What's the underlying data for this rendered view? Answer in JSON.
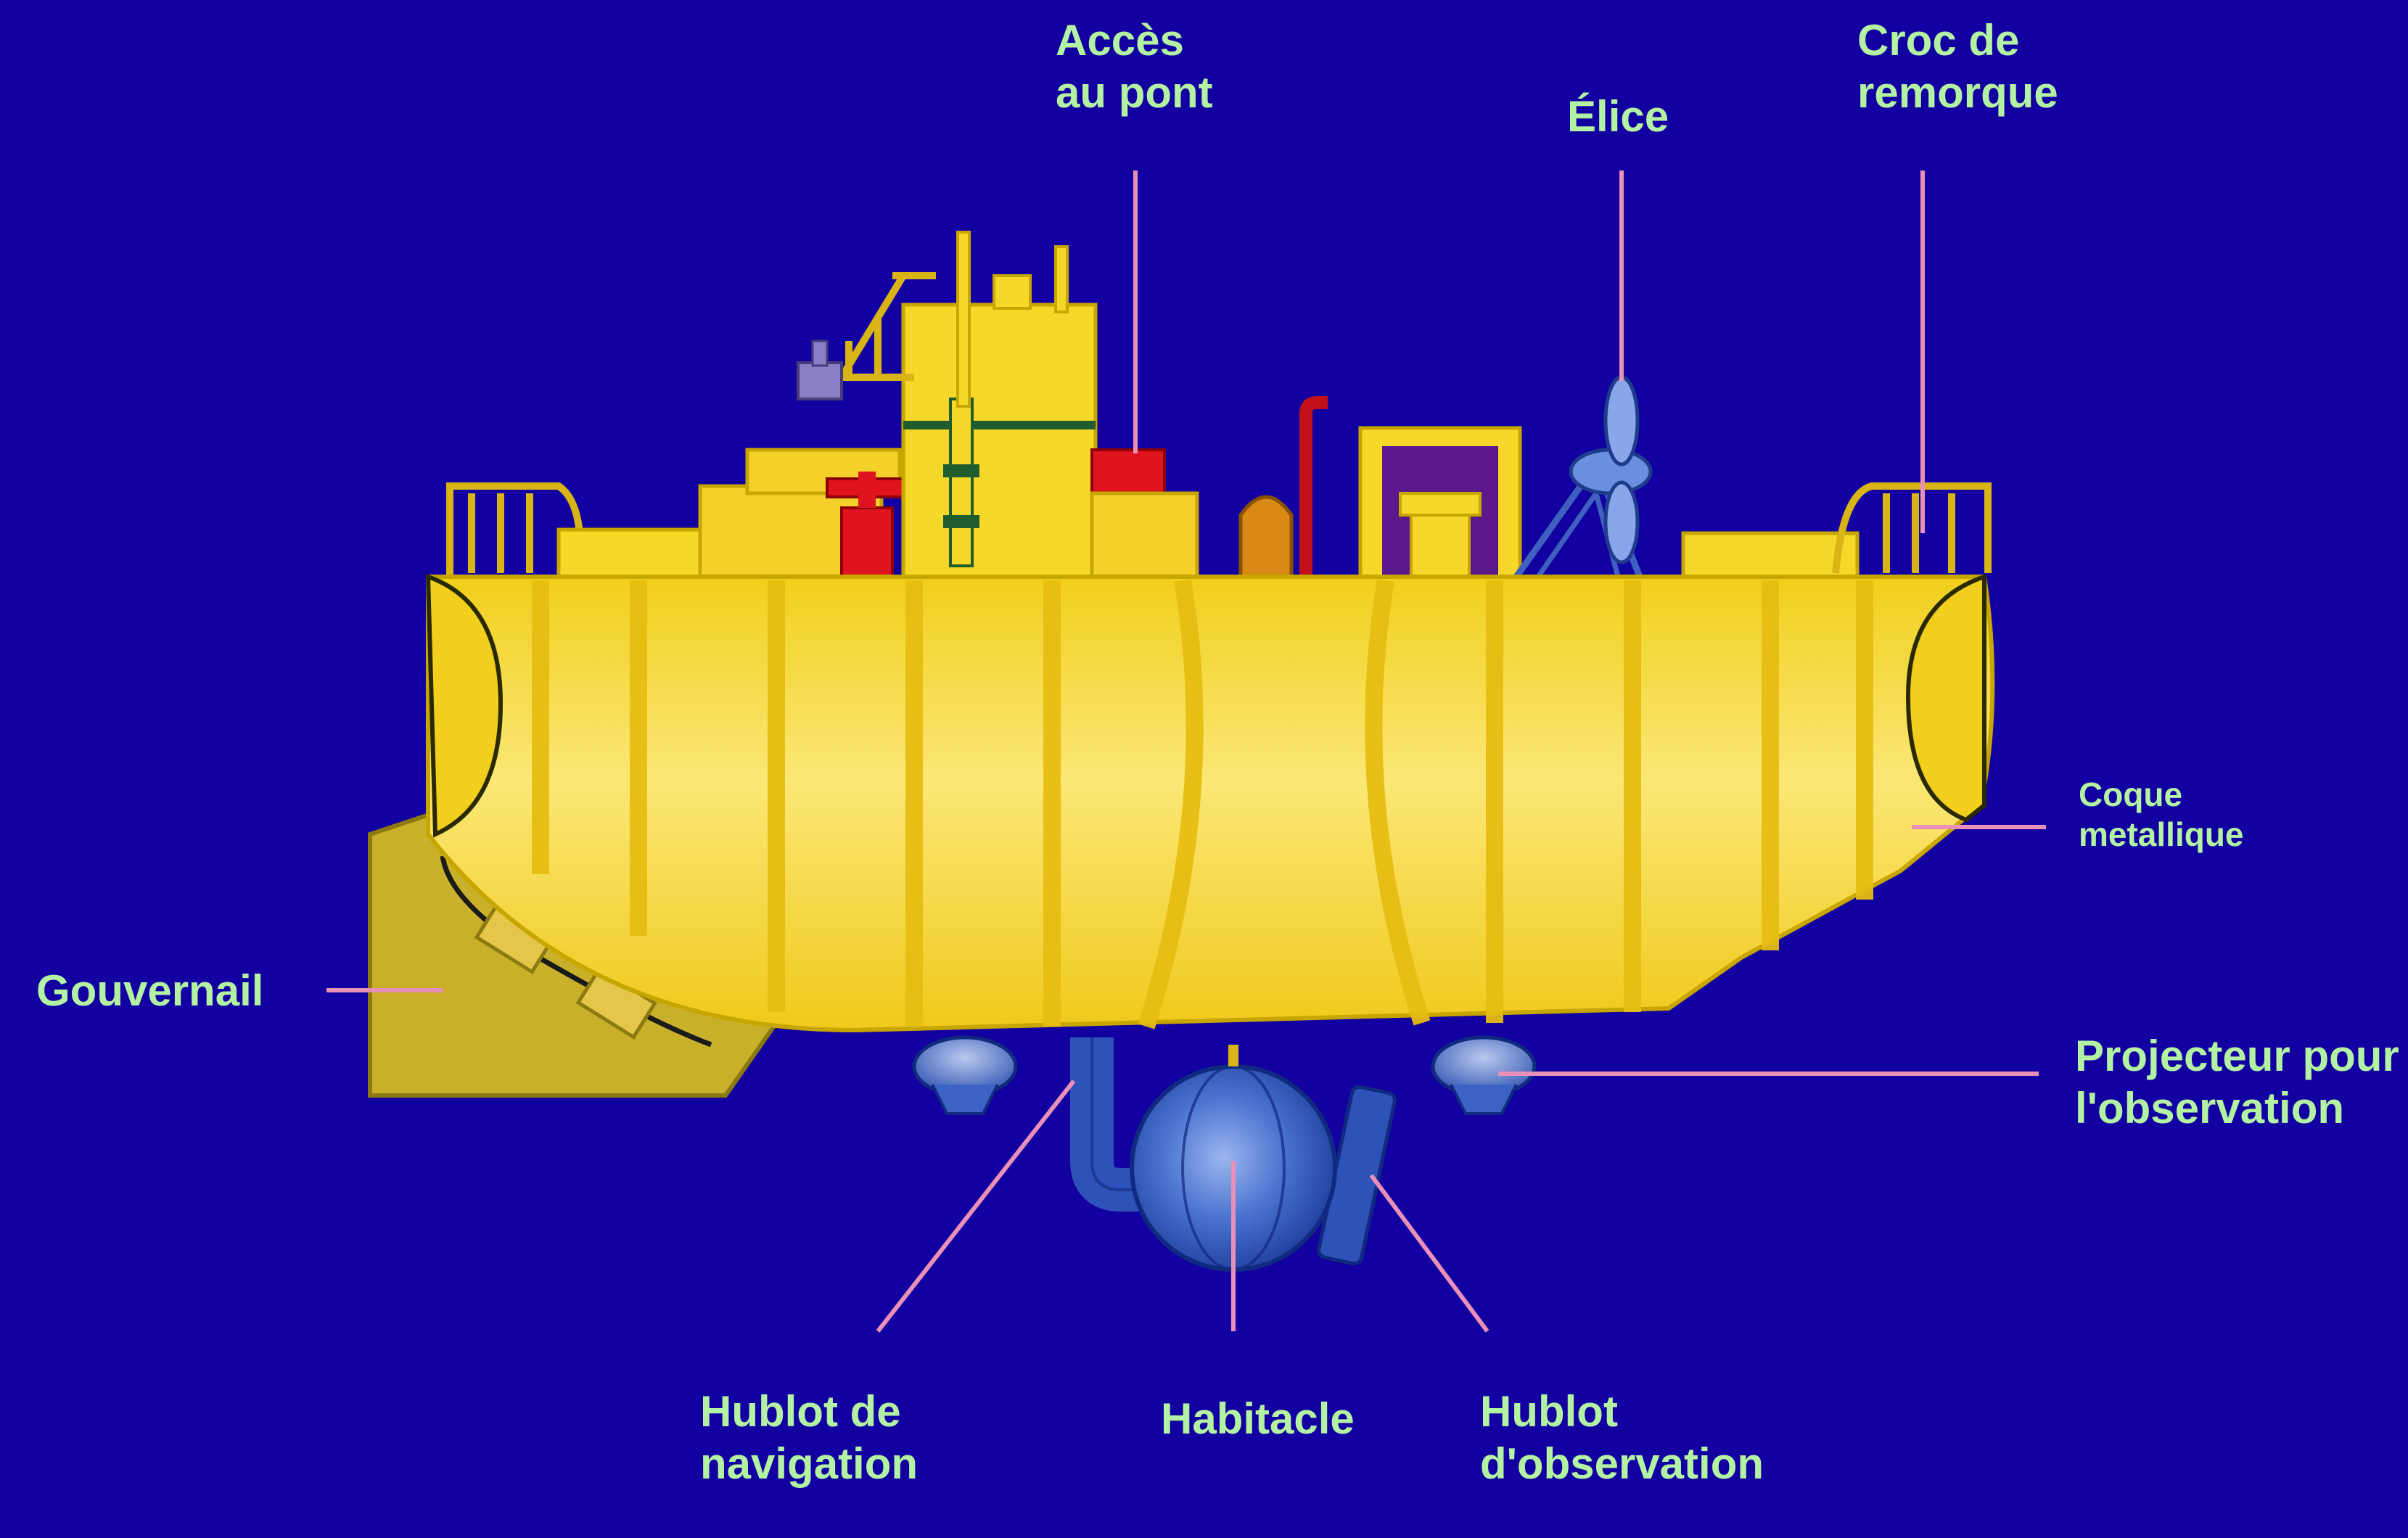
{
  "colors": {
    "background": "#1300a0",
    "label_text": "#b4f2a3",
    "leader_line": "#e890b8",
    "hull_yellow": "#f7d829",
    "hull_outline": "#c8a600",
    "rudder": "#c9b02a",
    "habitacle_blue": "#3b63c6",
    "accent_red": "#e0141e",
    "accent_purple": "#5a188c"
  },
  "labels": {
    "acces": {
      "line1": "Accès",
      "line2": "au pont"
    },
    "elice": {
      "line1": "Élice"
    },
    "croc": {
      "line1": "Croc de",
      "line2": "remorque"
    },
    "coque": {
      "line1": "Coque",
      "line2": "metallique"
    },
    "gouvernail": {
      "line1": "Gouvernail"
    },
    "projecteur": {
      "line1": "Projecteur pour",
      "line2": "l'observation"
    },
    "hublot_nav": {
      "line1": "Hublot de",
      "line2": "navigation"
    },
    "habitacle": {
      "line1": "Habitacle"
    },
    "hublot_obs": {
      "line1": "Hublot",
      "line2": "d'observation"
    }
  }
}
